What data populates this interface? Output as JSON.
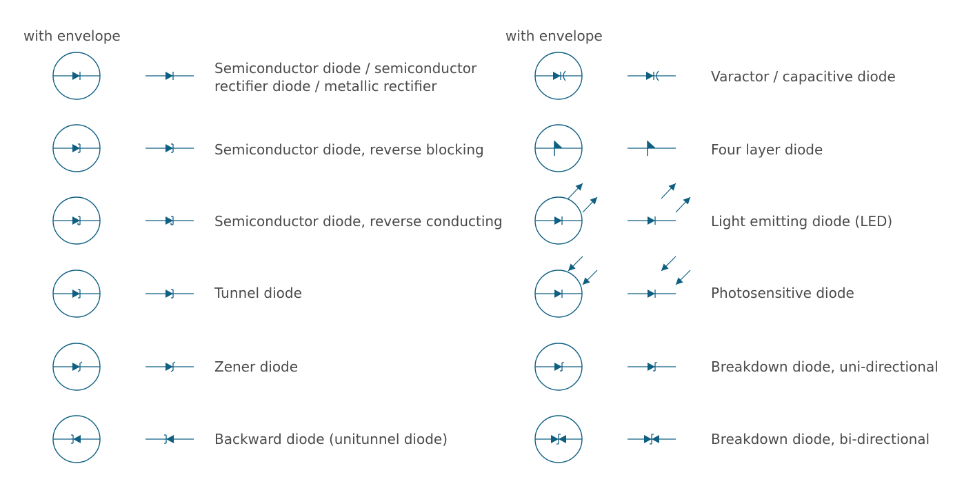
{
  "columns": [
    {
      "header": "with envelope",
      "rows": [
        {
          "label_lines": [
            "Semiconductor diode / semiconductor",
            "rectifier diode / metallic rectifier"
          ],
          "icon": "semiconductor-diode-icon"
        },
        {
          "label_lines": [
            "Semiconductor diode, reverse blocking"
          ],
          "icon": "reverse-blocking-diode-icon"
        },
        {
          "label_lines": [
            "Semiconductor diode, reverse conducting"
          ],
          "icon": "reverse-conducting-diode-icon"
        },
        {
          "label_lines": [
            "Tunnel diode"
          ],
          "icon": "tunnel-diode-icon"
        },
        {
          "label_lines": [
            "Zener diode"
          ],
          "icon": "zener-diode-icon"
        },
        {
          "label_lines": [
            "Backward diode (unitunnel diode)"
          ],
          "icon": "backward-diode-icon"
        }
      ]
    },
    {
      "header": "with envelope",
      "rows": [
        {
          "label_lines": [
            "Varactor / capacitive diode"
          ],
          "icon": "varactor-diode-icon"
        },
        {
          "label_lines": [
            "Four layer diode"
          ],
          "icon": "four-layer-diode-icon"
        },
        {
          "label_lines": [
            "Light emitting diode (LED)"
          ],
          "icon": "led-diode-icon"
        },
        {
          "label_lines": [
            "Photosensitive diode"
          ],
          "icon": "photosensitive-diode-icon"
        },
        {
          "label_lines": [
            "Breakdown diode, uni-directional"
          ],
          "icon": "breakdown-uni-diode-icon"
        },
        {
          "label_lines": [
            "Breakdown diode, bi-directional"
          ],
          "icon": "breakdown-bi-diode-icon"
        }
      ]
    }
  ],
  "colors": {
    "symbol": "#0e5f82",
    "text": "#4a4a4a",
    "background": "#ffffff"
  }
}
